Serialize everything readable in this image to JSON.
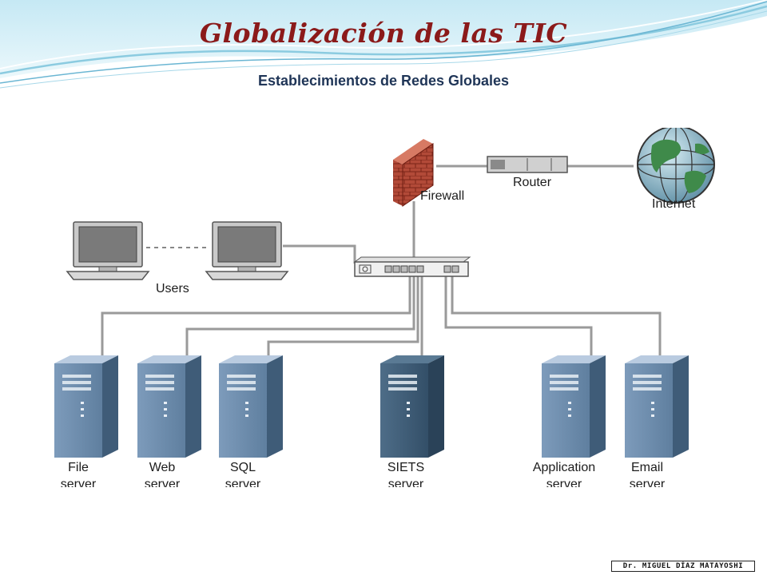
{
  "header": {
    "title": "Globalización de las TIC",
    "subtitle": "Establecimientos de Redes Globales"
  },
  "diagram": {
    "firewall": "Firewall",
    "router": "Router",
    "internet": "Internet",
    "users": "Users",
    "servers": [
      {
        "line1": "File",
        "line2": "server"
      },
      {
        "line1": "Web",
        "line2": "server"
      },
      {
        "line1": "SQL",
        "line2": "server"
      },
      {
        "line1": "SIETS",
        "line2": "server"
      },
      {
        "line1": "Application",
        "line2": "server"
      },
      {
        "line1": "Email",
        "line2": "server"
      }
    ]
  },
  "footer": {
    "author": "Dr. MIGUEL DÍAZ MATAYOSHI"
  },
  "colors": {
    "title": "#8b1a1a",
    "subtitle": "#1f3557",
    "wave": "#7fc4de",
    "server": "#6f8fb0",
    "server_highlight": "#3f5f7a",
    "firewall": "#a63a2a",
    "cable": "#9a9a9a"
  }
}
